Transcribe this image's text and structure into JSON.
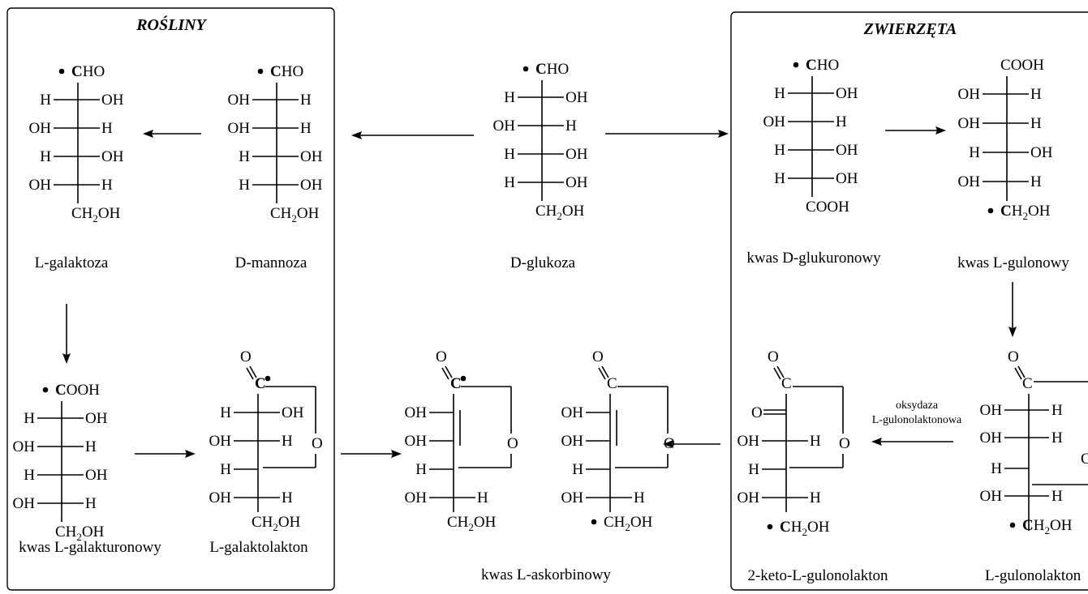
{
  "panels": {
    "plants": "ROŚLINY",
    "animals": "ZWIERZĘTA"
  },
  "labels": {
    "l_galaktoza": "L-galaktoza",
    "d_mannoza": "D-mannoza",
    "d_glukoza": "D-glukoza",
    "kwas_d_glukuronowy": "kwas D-glukuronowy",
    "kwas_l_gulonowy": "kwas L-gulonowy",
    "kwas_l_galakturonowy": "kwas L-galakturonowy",
    "l_galaktolakton": "L-galaktolakton",
    "kwas_l_askorbinowy": "kwas L-askorbinowy",
    "keto_l_gulonolakton": "2-keto-L-gulonolakton",
    "l_gulonolakton": "L-gulonolakton"
  },
  "enzyme": {
    "line1": "oksydaza",
    "line2": "L-gulonolaktonowa"
  },
  "atoms": {
    "C": "C",
    "HO": "HO",
    "OOH": "OOH",
    "H": "H",
    "OH": "OH",
    "O": "O",
    "CH": "CH",
    "two": "2",
    "dot": "•"
  }
}
